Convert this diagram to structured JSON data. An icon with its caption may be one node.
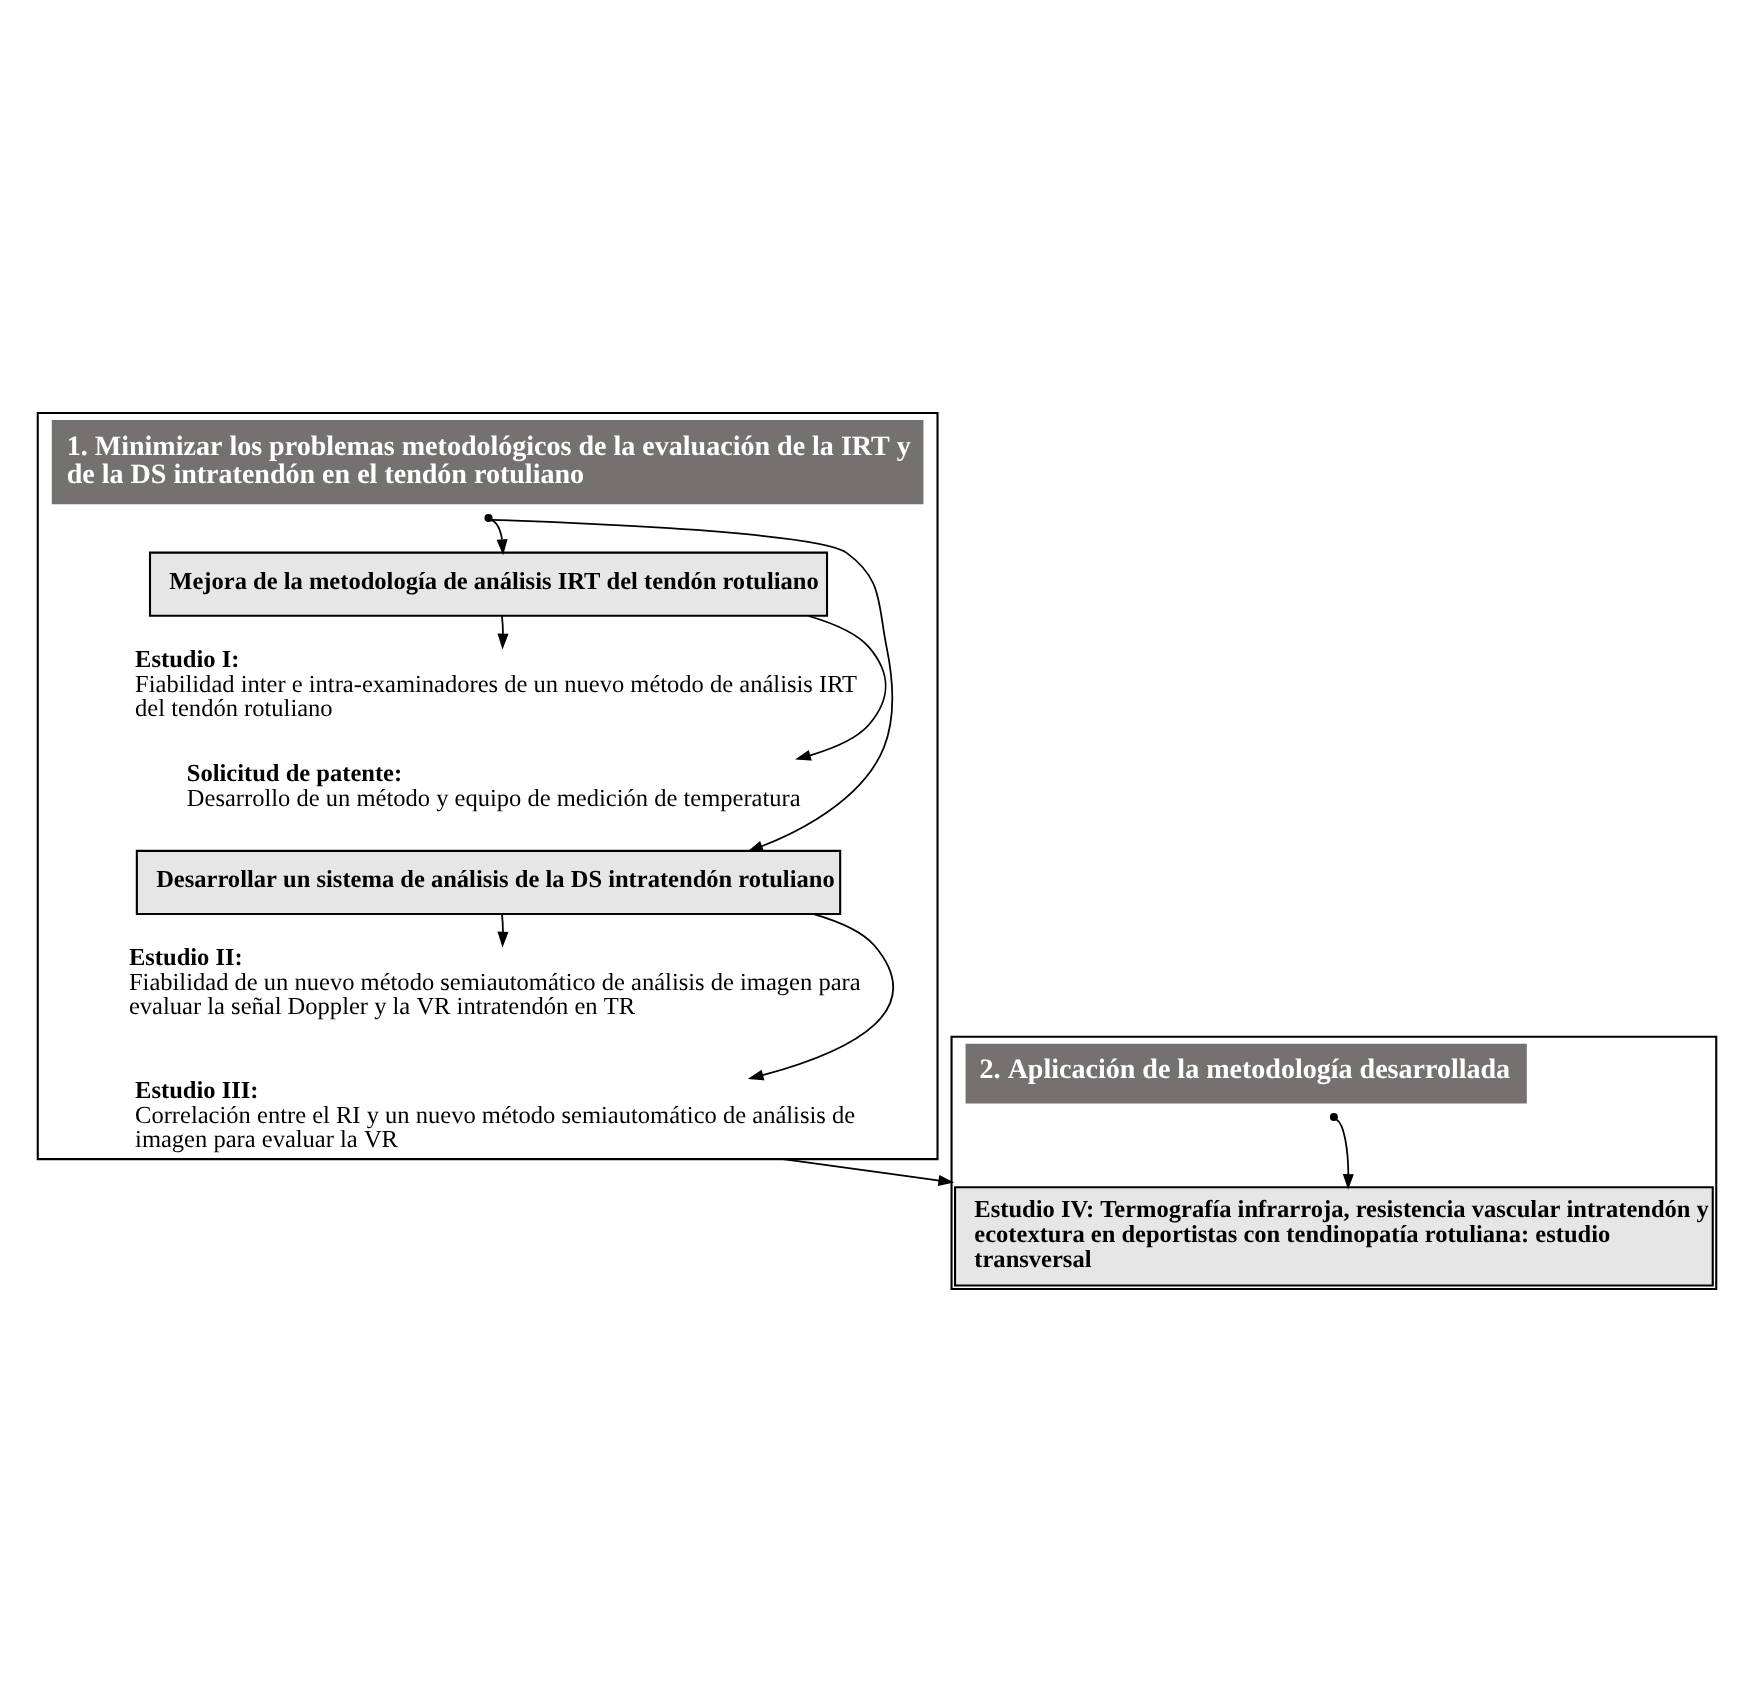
{
  "diagram": {
    "nodes": [
      {
        "text": [
          "1. Minimizar los problemas metodológicos de la evaluación de la IRT y de la DS intratendón en el tendón rotuliano"
        ]
      },
      {
        "text": [
          "Mejora de la metodología de análisis IRT del tendón rotuliano"
        ],
        "in": 0
      },
      {
        "text": [
          "**Estudio I:** Fiabilidad inter e intra-examinadores de un nuevo método de análisis IRT del tendón rotuliano"
        ],
        "in": 0
      },
      {
        "text": [
          "**Solicitud de patente:** Desarrollo de un método y equipo de medición de temperatura"
        ],
        "in": 0
      },
      {
        "text": [
          "Desarrollar un sistema de análisis de la DS intratendón rotuliano"
        ],
        "in": 0
      },
      {
        "text": [
          "**Estudio II:** Fiabilidad de un nuevo método semiautomático de análisis de imagen para evaluar la señal Doppler y la VR intratendón en TR"
        ],
        "in": 0
      },
      {
        "text": [
          "**Estudio III:** Correlación entre el RI y un nuevo método semiautomático de análisis de imagen para evaluar la VR"
        ],
        "in": 0
      },
      {
        "text": [
          "2. Aplicación de la metodología desarrollada"
        ]
      },
      {
        "text": [
          "Estudio IV: Termografía infrarroja, resistencia vascular intratendón y ecotextura en deportistas con tendinopatía rotuliana: estudio transversal"
        ],
        "in": 7
      }
    ],
    "edges": [
      {
        "from": 0,
        "to": 1,
        "arrow": "to"
      },
      {
        "from": 1,
        "to": 2,
        "arrow": "to"
      },
      {
        "from": 1,
        "to": 3,
        "arrow": "to"
      },
      {
        "from": 0,
        "to": 4,
        "arrow": "to"
      },
      {
        "from": 4,
        "to": 5,
        "arrow": "to"
      },
      {
        "from": 4,
        "to": 6,
        "arrow": "to"
      },
      {
        "from": 0,
        "to": 7,
        "arrow": "to"
      },
      {
        "from": 7,
        "to": 8,
        "arrow": "to"
      }
    ]
  }
}
